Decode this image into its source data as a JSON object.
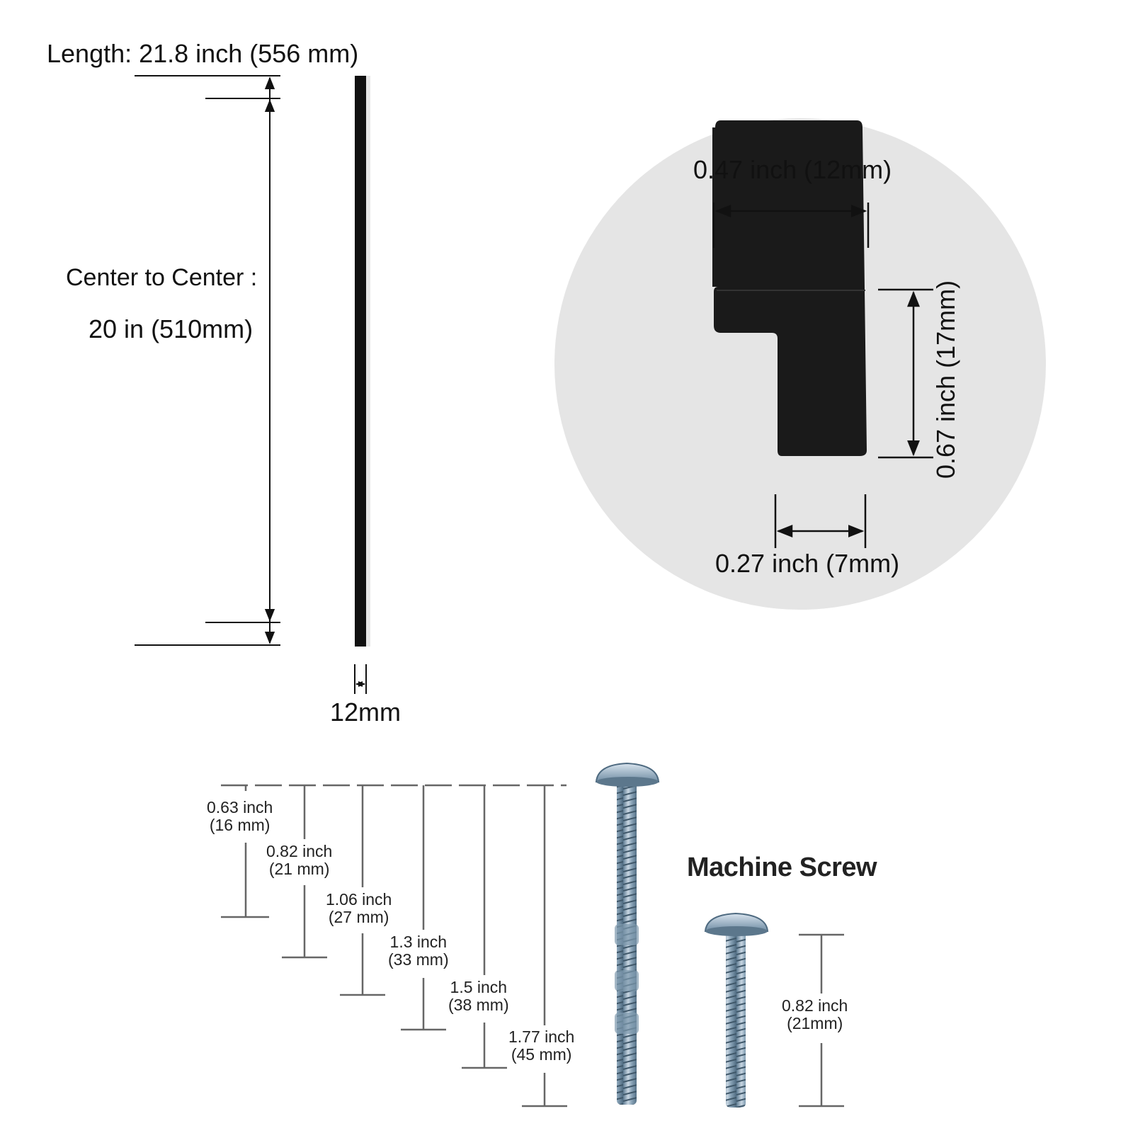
{
  "handle": {
    "length_label": "Length: 21.8 inch (556 mm)",
    "center_title": "Center to Center :",
    "center_value": "20 in (510mm)",
    "width_label": "12mm"
  },
  "profile": {
    "top_width_label": "0.47 inch (12mm)",
    "height_label": "0.67 inch (17mm)",
    "bottom_width_label": "0.27 inch (7mm)"
  },
  "screws": {
    "title": "Machine Screw",
    "lengths": [
      {
        "inch": "0.63 inch",
        "mm": "(16 mm)"
      },
      {
        "inch": "0.82 inch",
        "mm": "(21 mm)"
      },
      {
        "inch": "1.06 inch",
        "mm": "(27 mm)"
      },
      {
        "inch": "1.3 inch",
        "mm": "(33 mm)"
      },
      {
        "inch": "1.5 inch",
        "mm": "(38 mm)"
      },
      {
        "inch": "1.77 inch",
        "mm": "(45 mm)"
      }
    ],
    "short_screw": {
      "inch": "0.82 inch",
      "mm": "(21mm)"
    }
  },
  "colors": {
    "handle": "#111111",
    "profile_bg": "#e5e5e5",
    "screw": "#8aa4b8"
  }
}
